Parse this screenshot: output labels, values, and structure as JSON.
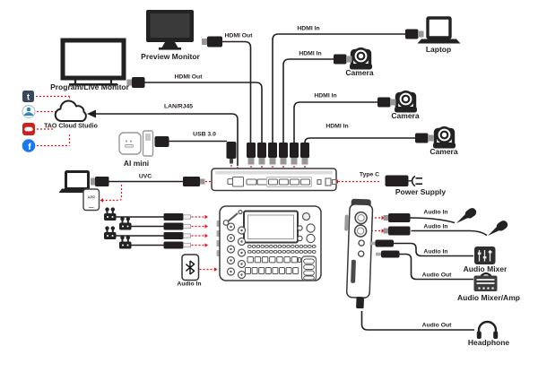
{
  "diagram": {
    "device_labels": {
      "preview_monitor": "Preview Monitor",
      "program_live_monitor": "Program/Live Monitor",
      "laptop": "Laptop",
      "camera_1": "Camera",
      "camera_2": "Camera",
      "camera_3": "Camera",
      "tao_cloud_studio": "TAO Cloud Studio",
      "ai_mini": "AI mini",
      "app_phone": "APP",
      "power_supply": "Power Supply",
      "audio_mixer": "Audio Mixer",
      "audio_mixer_amp": "Audio Mixer/Amp",
      "headphone": "Headphone",
      "bluetooth_audio_in": "Audio In"
    },
    "cable_labels": {
      "hdmi_out_preview": "HDMI Out",
      "hdmi_out_program": "HDMI Out",
      "hdmi_in_laptop": "HDMI In",
      "hdmi_in_camera_1": "HDMI In",
      "hdmi_in_camera_2": "HDMI In",
      "hdmi_in_camera_3": "HDMI In",
      "lan_rj45": "LAN/RJ45",
      "usb_3_0": "USB 3.0",
      "uvc": "UVC",
      "type_c": "Type C",
      "audio_in_mic_1": "Audio In",
      "audio_in_mic_2": "Audio In",
      "audio_in_mixer": "Audio In",
      "audio_out_mixer_amp": "Audio Out",
      "audio_out_headphone": "Audio Out"
    },
    "icon_glyphs": {
      "social_1": "t",
      "facebook": "f"
    },
    "colors": {
      "cable_black": "#231f20",
      "signal_red": "#e8121b",
      "youtube_red": "#cd201f",
      "facebook_blue": "#1877f2",
      "social_1_navy": "#36465d",
      "social_2_blue": "#2e86c1"
    }
  }
}
